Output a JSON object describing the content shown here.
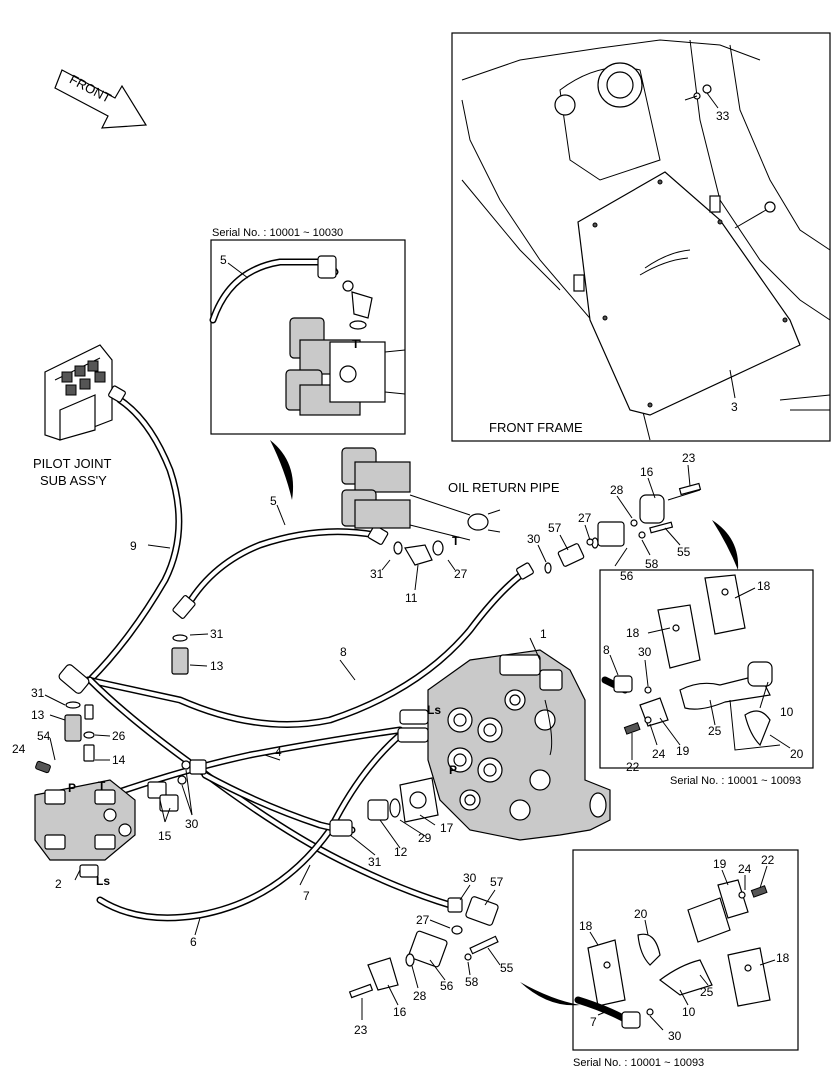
{
  "front_arrow": {
    "text": "FRONT"
  },
  "pilot_joint": {
    "line1": "PILOT JOINT",
    "line2": "SUB ASS'Y"
  },
  "oil_return": {
    "text": "OIL RETURN PIPE"
  },
  "front_frame": {
    "text": "FRONT FRAME"
  },
  "port_marks": {
    "t_top": "T",
    "t_main": "T",
    "ls_valve": "Ls",
    "p_valve": "P",
    "p_block": "P",
    "ls_block": "Ls",
    "t_block": "T"
  },
  "serials": {
    "top_inset": "Serial No. : 10001 ~ 10030",
    "right_inset": "Serial No. : 10001 ~ 10093",
    "bottom_inset": "Serial No. : 10001 ~ 10093"
  },
  "callouts": [
    {
      "id": "c33",
      "text": "33"
    },
    {
      "id": "c3",
      "text": "3"
    },
    {
      "id": "c5a",
      "text": "5"
    },
    {
      "id": "c5b",
      "text": "5"
    },
    {
      "id": "c23a",
      "text": "23"
    },
    {
      "id": "c16a",
      "text": "16"
    },
    {
      "id": "c28a",
      "text": "28"
    },
    {
      "id": "c27a",
      "text": "27"
    },
    {
      "id": "c57a",
      "text": "57"
    },
    {
      "id": "c30a",
      "text": "30"
    },
    {
      "id": "c56a",
      "text": "56"
    },
    {
      "id": "c58a",
      "text": "58"
    },
    {
      "id": "c55a",
      "text": "55"
    },
    {
      "id": "c31a",
      "text": "31"
    },
    {
      "id": "c11",
      "text": "11"
    },
    {
      "id": "c27b",
      "text": "27"
    },
    {
      "id": "c9",
      "text": "9"
    },
    {
      "id": "c31b",
      "text": "31"
    },
    {
      "id": "c13a",
      "text": "13"
    },
    {
      "id": "c8a",
      "text": "8"
    },
    {
      "id": "c1",
      "text": "1"
    },
    {
      "id": "c18a",
      "text": "18"
    },
    {
      "id": "c18b",
      "text": "18"
    },
    {
      "id": "c8b",
      "text": "8"
    },
    {
      "id": "c30b",
      "text": "30"
    },
    {
      "id": "c10a",
      "text": "10"
    },
    {
      "id": "c25a",
      "text": "25"
    },
    {
      "id": "c22a",
      "text": "22"
    },
    {
      "id": "c24a",
      "text": "24"
    },
    {
      "id": "c19a",
      "text": "19"
    },
    {
      "id": "c20a",
      "text": "20"
    },
    {
      "id": "c31c",
      "text": "31"
    },
    {
      "id": "c13b",
      "text": "13"
    },
    {
      "id": "c26",
      "text": "26"
    },
    {
      "id": "c54",
      "text": "54"
    },
    {
      "id": "c24b",
      "text": "24"
    },
    {
      "id": "c14",
      "text": "14"
    },
    {
      "id": "c4",
      "text": "4"
    },
    {
      "id": "c15",
      "text": "15"
    },
    {
      "id": "c30c",
      "text": "30"
    },
    {
      "id": "c17",
      "text": "17"
    },
    {
      "id": "c29",
      "text": "29"
    },
    {
      "id": "c12",
      "text": "12"
    },
    {
      "id": "c31d",
      "text": "31"
    },
    {
      "id": "c2",
      "text": "2"
    },
    {
      "id": "c7a",
      "text": "7"
    },
    {
      "id": "c6",
      "text": "6"
    },
    {
      "id": "c30d",
      "text": "30"
    },
    {
      "id": "c57b",
      "text": "57"
    },
    {
      "id": "c27c",
      "text": "27"
    },
    {
      "id": "c55b",
      "text": "55"
    },
    {
      "id": "c58b",
      "text": "58"
    },
    {
      "id": "c28b",
      "text": "28"
    },
    {
      "id": "c56b",
      "text": "56"
    },
    {
      "id": "c16b",
      "text": "16"
    },
    {
      "id": "c23b",
      "text": "23"
    },
    {
      "id": "c19b",
      "text": "19"
    },
    {
      "id": "c24c",
      "text": "24"
    },
    {
      "id": "c22b",
      "text": "22"
    },
    {
      "id": "c18c",
      "text": "18"
    },
    {
      "id": "c20b",
      "text": "20"
    },
    {
      "id": "c18d",
      "text": "18"
    },
    {
      "id": "c25b",
      "text": "25"
    },
    {
      "id": "c10b",
      "text": "10"
    },
    {
      "id": "c7b",
      "text": "7"
    },
    {
      "id": "c30e",
      "text": "30"
    }
  ]
}
